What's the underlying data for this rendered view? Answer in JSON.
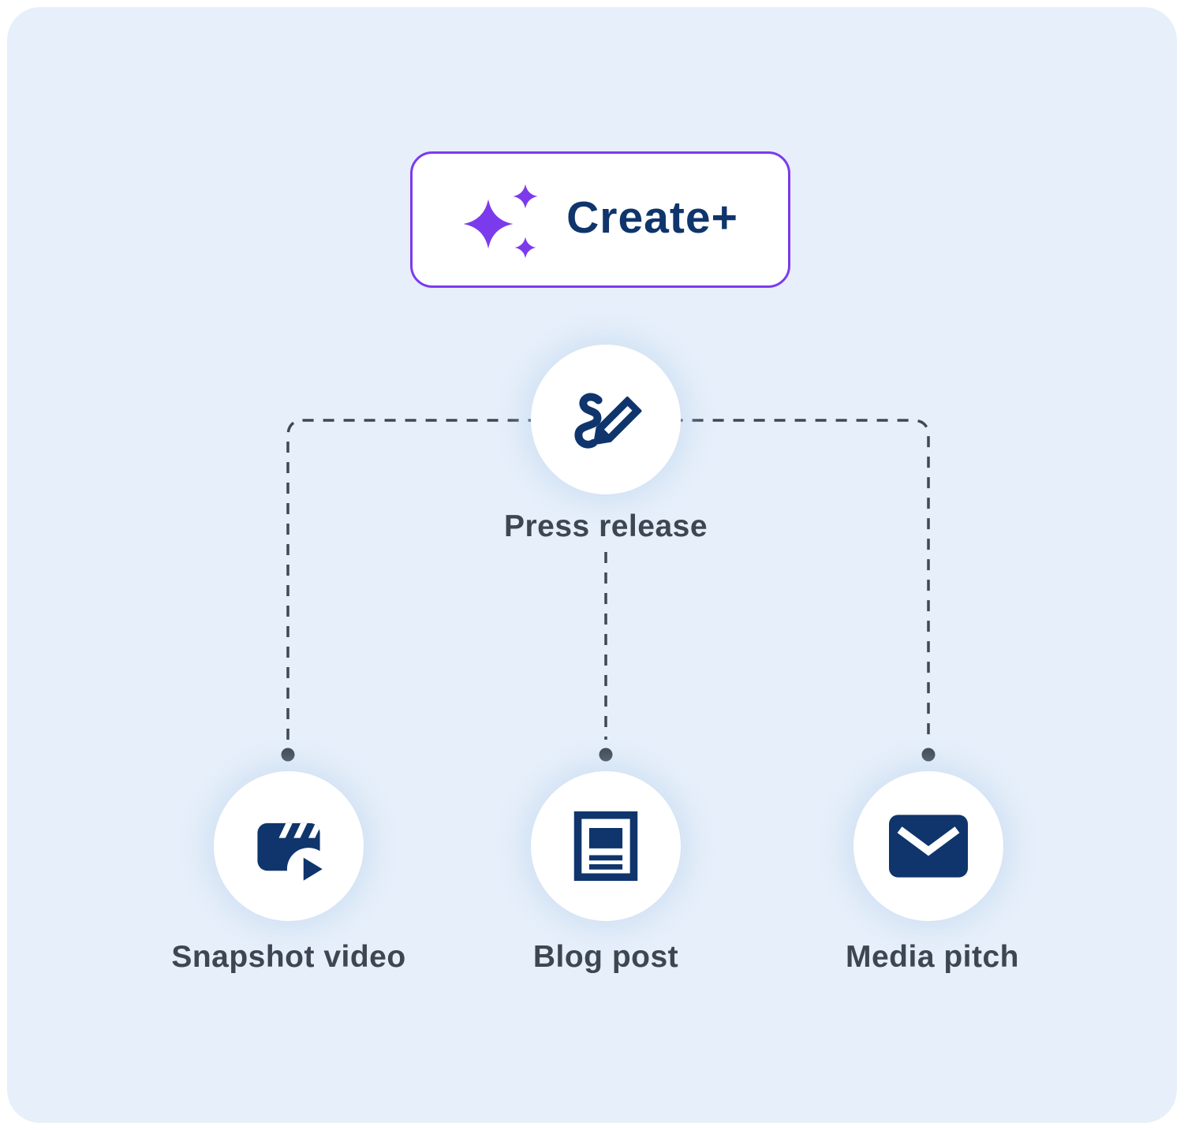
{
  "palette": {
    "page_bg": "#ffffff",
    "panel_bg": "#e6effa",
    "purple": "#7c3aed",
    "navy": "#0f356c",
    "slate": "#3d4751",
    "line": "#3e4953",
    "node_bg": "#ffffff"
  },
  "create_button": {
    "label": "Create+",
    "icon": "sparkles-icon"
  },
  "diagram": {
    "root": {
      "label": "Press release",
      "icon": "pen-squiggle-icon"
    },
    "outputs": [
      {
        "label": "Snapshot video",
        "icon": "clapperboard-play-icon"
      },
      {
        "label": "Blog post",
        "icon": "blog-post-icon"
      },
      {
        "label": "Media pitch",
        "icon": "envelope-icon"
      }
    ]
  }
}
